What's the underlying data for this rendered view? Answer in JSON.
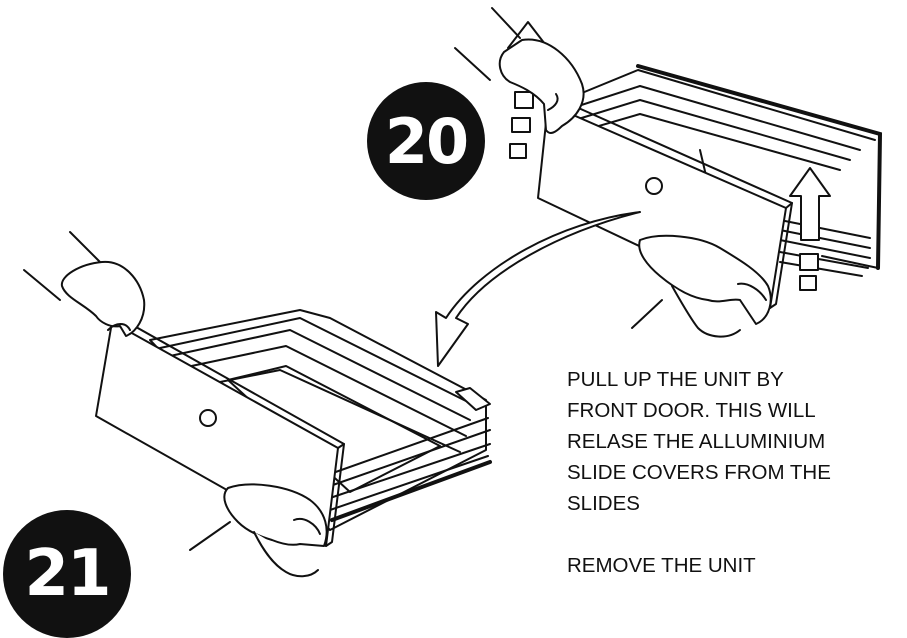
{
  "steps": [
    {
      "number": "20"
    },
    {
      "number": "21"
    }
  ],
  "instructions": {
    "lines": [
      "PULL UP THE UNIT BY",
      "FRONT DOOR. THIS WILL",
      "RELASE THE ALLUMINIUM",
      "SLIDE COVERS FROM THE",
      "SLIDES"
    ],
    "final_line": "REMOVE THE UNIT"
  }
}
